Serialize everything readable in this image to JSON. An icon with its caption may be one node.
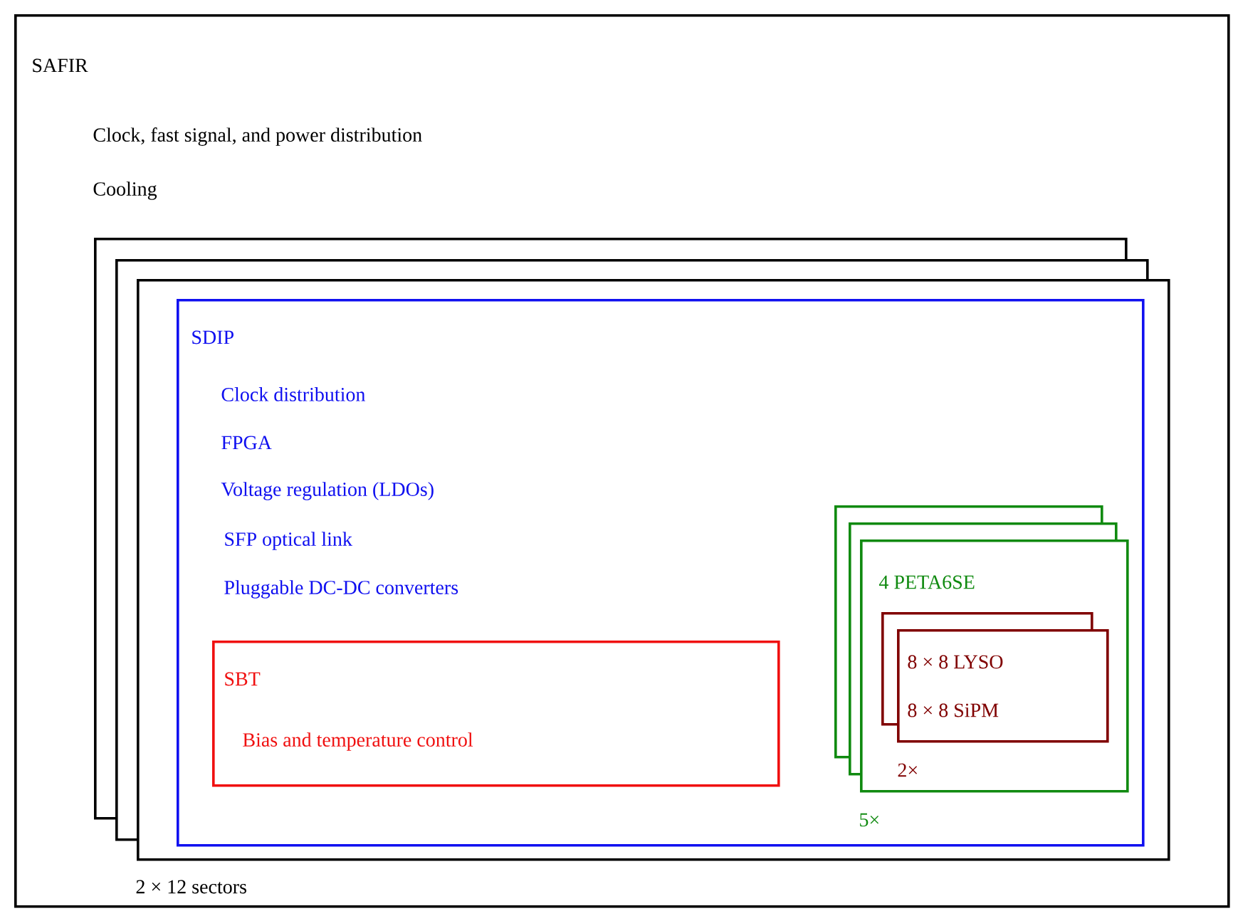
{
  "diagram": {
    "nodes": [
      {
        "text": [
          "SAFIR",
          "Clock, fast signal, and power distribution",
          "Cooling"
        ]
      },
      {
        "text": [],
        "shape": "box",
        "in": 0
      },
      {
        "text": [
          "SDIP",
          "Clock distribution",
          "FPGA",
          "Voltage regulation (LDOs)",
          "SFP optical link",
          "Pluggable DC-DC converters"
        ],
        "in": 1
      },
      {
        "text": [
          "SBT",
          "Bias and temperature control"
        ],
        "in": 2
      },
      {
        "text": [
          "4 PETA6SE"
        ],
        "in": 2
      },
      {
        "text": [
          "8 × 8 LYSO",
          "8 × 8 SiPM"
        ],
        "in": 4
      }
    ],
    "labels": [
      "2×",
      "5×",
      "2 × 12 sectors"
    ]
  }
}
